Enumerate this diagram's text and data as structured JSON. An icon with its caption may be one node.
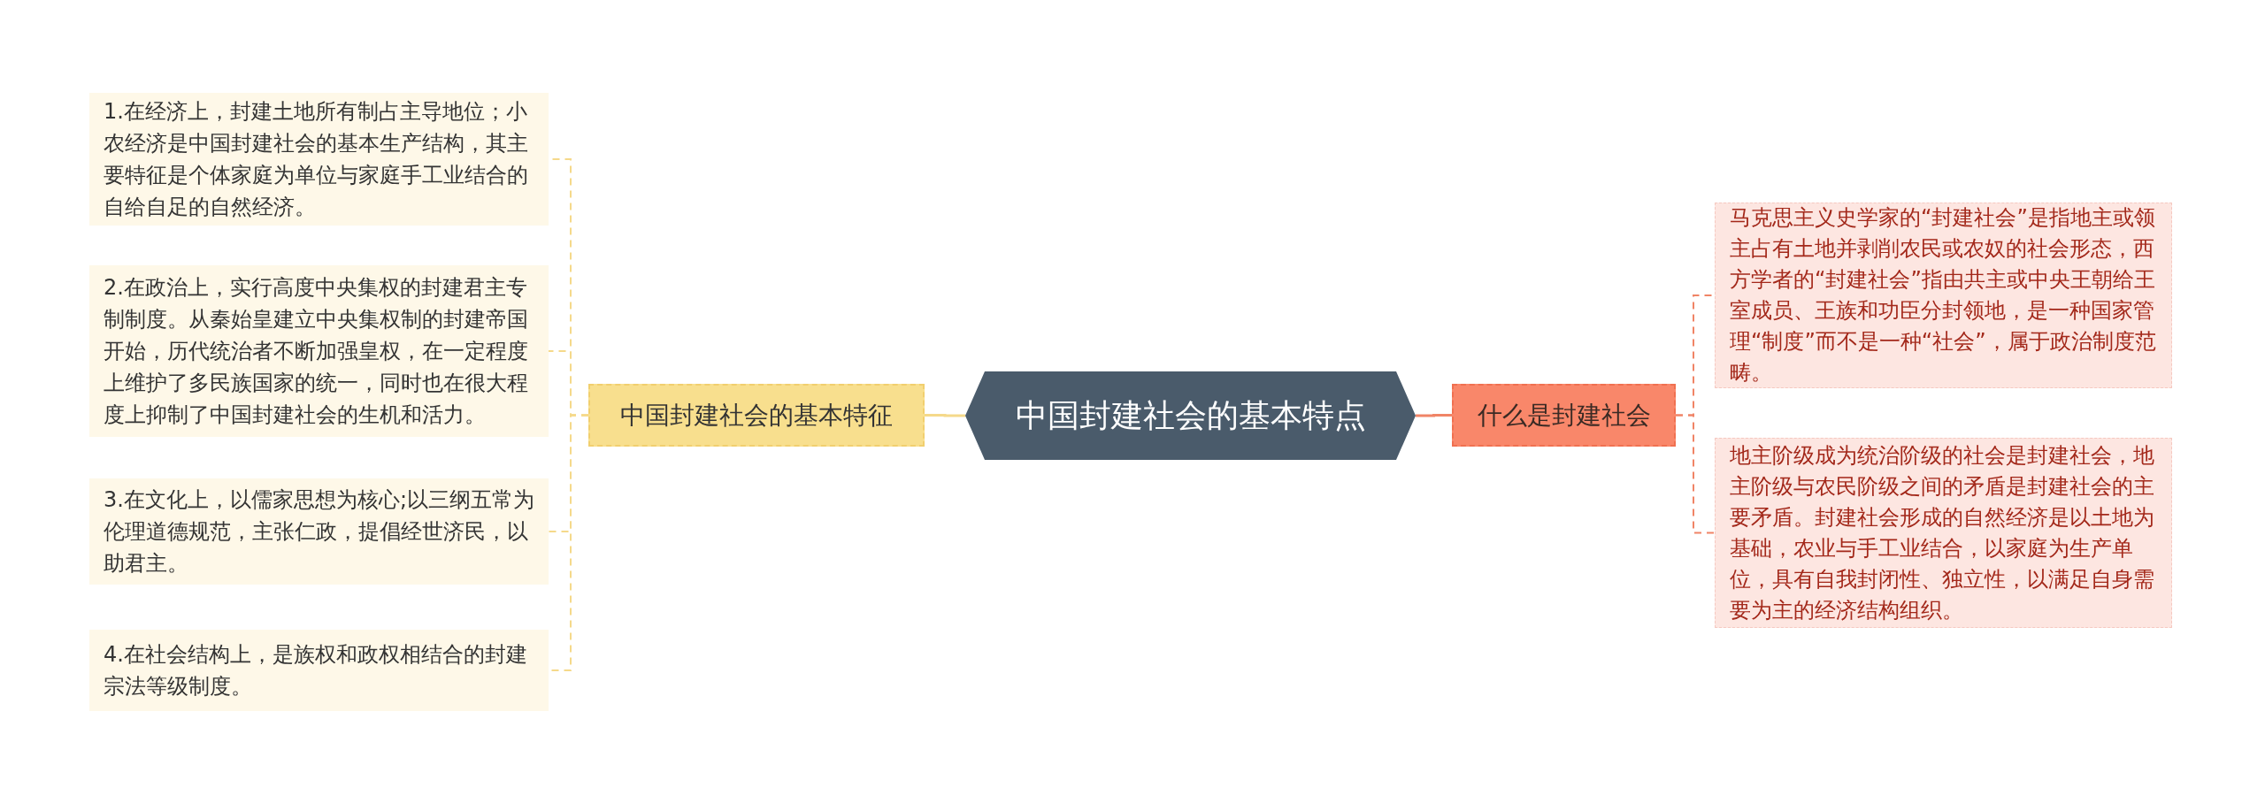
{
  "diagram": {
    "nodes": [
      {
        "text": [
          "中国封建社会的基本特点"
        ]
      },
      {
        "text": [
          "中国封建社会的基本特征"
        ]
      },
      {
        "text": [
          "1.在经济上，封建土地所有制占主导地位；小农经济是中国封建社会的基本生产结构，其主要特征是个体家庭为单位与家庭手工业结合的自给自足的自然经济。"
        ]
      },
      {
        "text": [
          "2.在政治上，实行高度中央集权的封建君主专制制度。从秦始皇建立中央集权制的封建帝国开始，历代统治者不断加强皇权，在一定程度上维护了多民族国家的统一，同时也在很大程度上抑制了中国封建社会的生机和活力。"
        ]
      },
      {
        "text": [
          "3.在文化上，以儒家思想为核心;以三纲五常为伦理道德规范，主张仁政，提倡经世济民，以助君主。"
        ]
      },
      {
        "text": [
          "4.在社会结构上，是族权和政权相结合的封建宗法等级制度。"
        ]
      },
      {
        "text": [
          "什么是封建社会"
        ]
      },
      {
        "text": [
          "马克思主义史学家的“封建社会”是指地主或领主占有土地并剥削农民或农奴的社会形态，西方学者的“封建社会”指由共主或中央王朝给王室成员、王族和功臣分封领地，是一种国家管理“制度”而不是一种“社会”，属于政治制度范畴。"
        ]
      },
      {
        "text": [
          "地主阶级成为统治阶级的社会是封建社会，地主阶级与农民阶级之间的矛盾是封建社会的主要矛盾。封建社会形成的自然经济是以土地为基础，农业与手工业结合，以家庭为生产单位，具有自我封闭性、独立性，以满足自身需要为主的经济结构组织。"
        ]
      }
    ],
    "edges": [
      {
        "from": 0,
        "to": 1,
        "arrow": "none"
      },
      {
        "from": 1,
        "to": 2,
        "arrow": "none",
        "style": "dashed"
      },
      {
        "from": 1,
        "to": 3,
        "arrow": "none",
        "style": "dashed"
      },
      {
        "from": 1,
        "to": 4,
        "arrow": "none",
        "style": "dashed"
      },
      {
        "from": 1,
        "to": 5,
        "arrow": "none",
        "style": "dashed"
      },
      {
        "from": 0,
        "to": 6,
        "arrow": "none",
        "color": "#f08466"
      },
      {
        "from": 6,
        "to": 7,
        "arrow": "none",
        "style": "dashed",
        "color": "#f08466"
      },
      {
        "from": 6,
        "to": 8,
        "arrow": "none",
        "style": "dashed",
        "color": "#f08466"
      }
    ]
  }
}
